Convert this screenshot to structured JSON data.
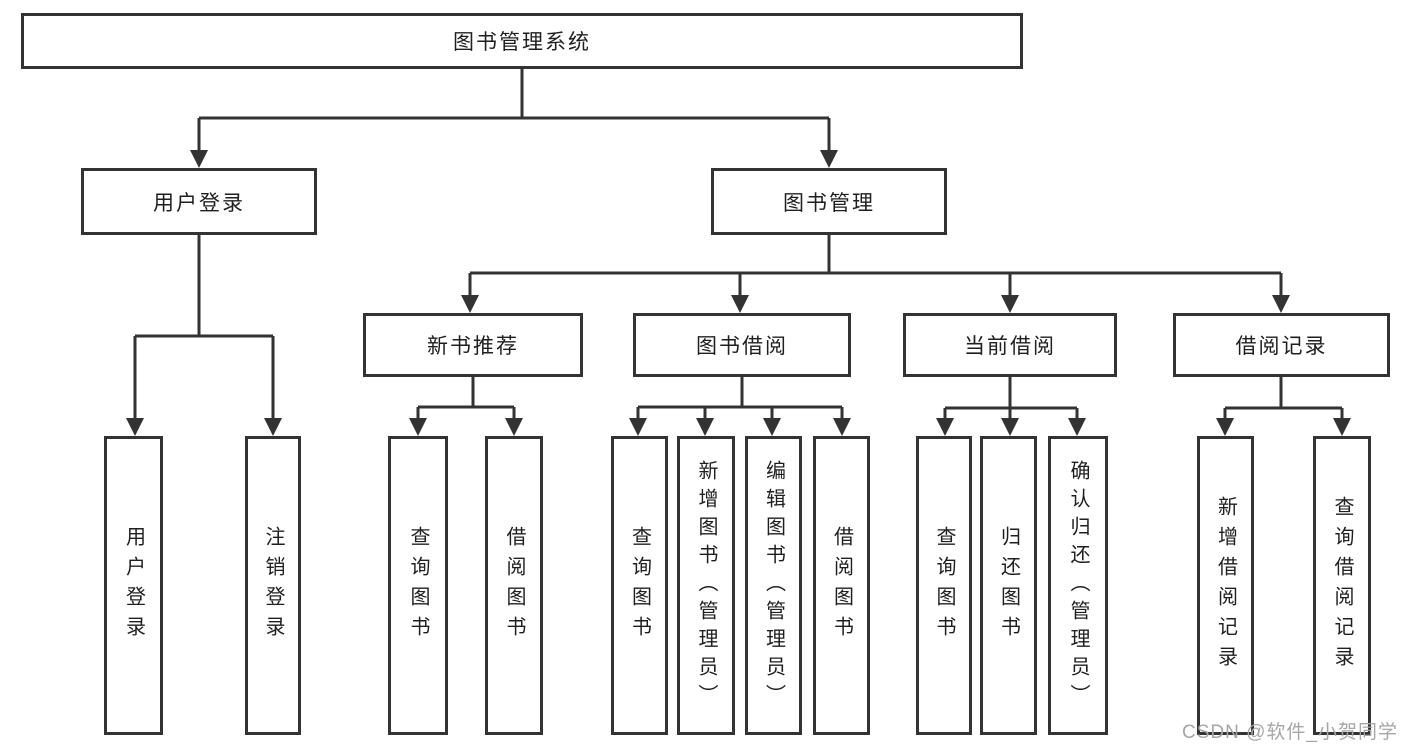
{
  "diagram": {
    "type": "hierarchy-tree",
    "colors": {
      "background": "#ffffff",
      "line": "#333333",
      "box_border": "#333333",
      "box_fill": "#ffffff",
      "text": "#1f1f1f",
      "watermark": "#a6a6a6"
    },
    "watermark": "CSDN @软件_小贺同学"
  },
  "tree": {
    "label": "图书管理系统",
    "children": [
      {
        "label": "用户登录",
        "children": [
          {
            "label": "用户登录"
          },
          {
            "label": "注销登录"
          }
        ]
      },
      {
        "label": "图书管理",
        "children": [
          {
            "label": "新书推荐",
            "children": [
              {
                "label": "查询图书"
              },
              {
                "label": "借阅图书"
              }
            ]
          },
          {
            "label": "图书借阅",
            "children": [
              {
                "label": "查询图书"
              },
              {
                "label": "新增图书（管理员）"
              },
              {
                "label": "编辑图书（管理员）"
              },
              {
                "label": "借阅图书"
              }
            ]
          },
          {
            "label": "当前借阅",
            "children": [
              {
                "label": "查询图书"
              },
              {
                "label": "归还图书"
              },
              {
                "label": "确认归还（管理员）"
              }
            ]
          },
          {
            "label": "借阅记录",
            "children": [
              {
                "label": "新增借阅记录"
              },
              {
                "label": "查询借阅记录"
              }
            ]
          }
        ]
      }
    ]
  }
}
